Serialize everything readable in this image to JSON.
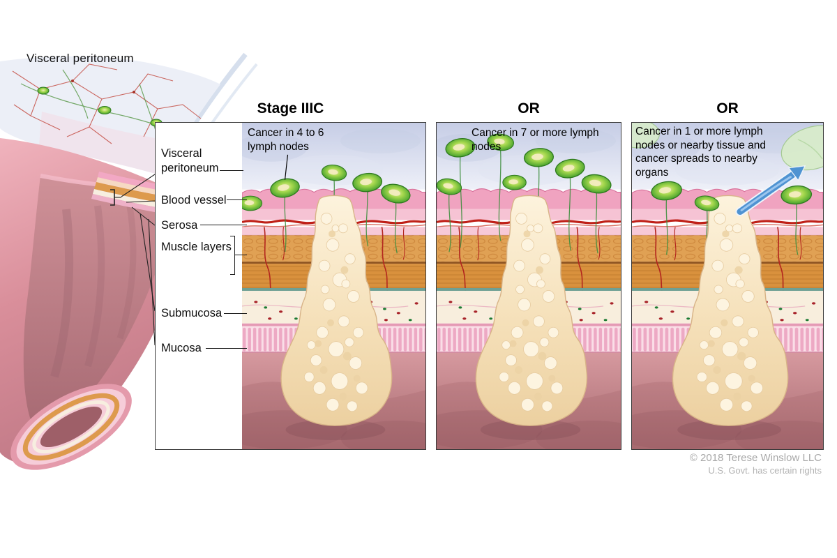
{
  "figure": {
    "top_label": "Visceral peritoneum",
    "copyright_line1": "© 2018 Terese Winslow LLC",
    "copyright_line2": "U.S. Govt. has certain rights"
  },
  "label_box": {
    "labels": [
      {
        "text": "Visceral peritoneum"
      },
      {
        "text": "Blood vessel"
      },
      {
        "text": "Serosa"
      },
      {
        "text": "Muscle layers"
      },
      {
        "text": "Submucosa"
      },
      {
        "text": "Mucosa"
      }
    ]
  },
  "panels": [
    {
      "title": "Stage IIIC",
      "caption": "Cancer in 4 to 6 lymph nodes"
    },
    {
      "title": "OR",
      "caption": "Cancer in 7 or more lymph nodes"
    },
    {
      "title": "OR",
      "caption": "Cancer in 1 or more lymph nodes or nearby tissue and cancer spreads to nearby organs"
    }
  ],
  "colors": {
    "lymph_node_green": "#49a32e",
    "tumor_cream": "#f3dcb2",
    "muscle_orange": "#dd9a4d",
    "mucosa_pink": "#f6cdd9",
    "lumen_rose": "#b5767e",
    "sky_lavender": "#c6cde6",
    "arrow_blue": "#4f93d2",
    "copyright_gray": "#a8a8a8"
  }
}
